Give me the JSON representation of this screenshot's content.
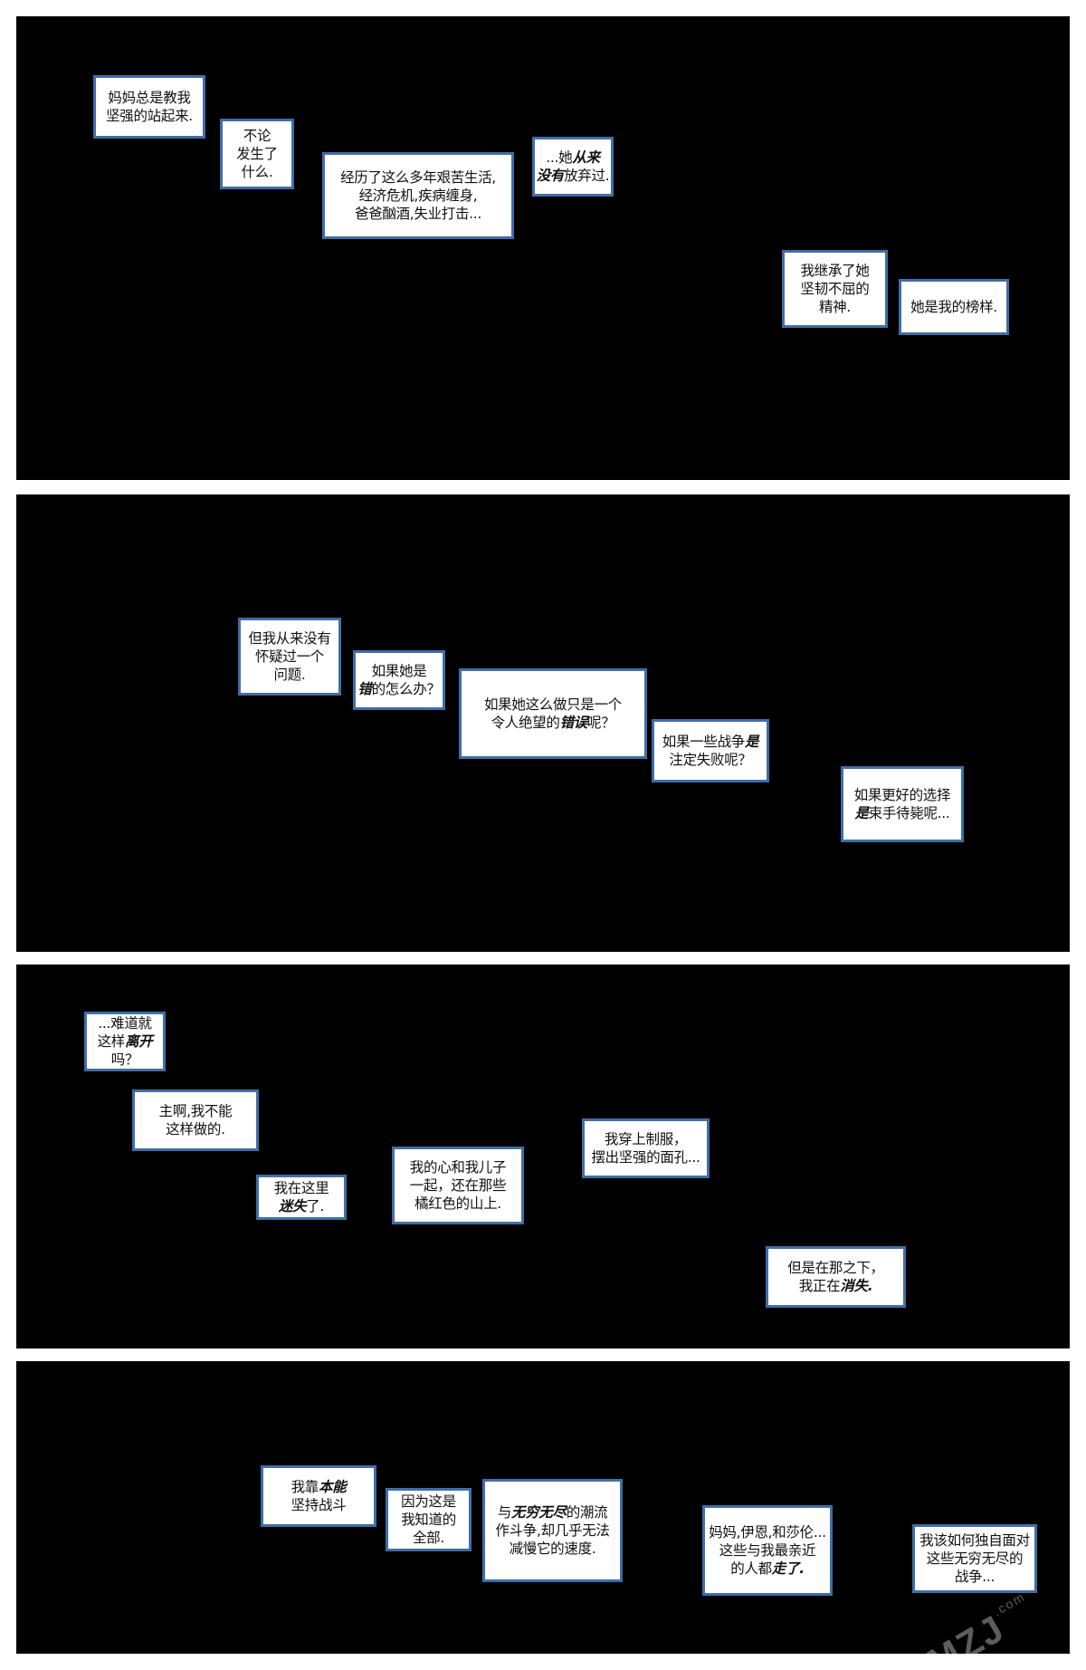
{
  "colors": {
    "panel_bg": "#000000",
    "gutter": "#ffffff",
    "box_border": "#3e6fa8",
    "box_text": "#111111"
  },
  "panels": [
    {
      "boxes": [
        {
          "lines": [
            "妈妈总是教我",
            "坚强的站起来."
          ]
        },
        {
          "lines": [
            "不论",
            "发生了",
            "什么."
          ]
        },
        {
          "lines": [
            "经历了这么多年艰苦生活,",
            "经济危机,疾病缠身,",
            "爸爸酗酒,失业打击..."
          ]
        },
        {
          "lines": [
            [
              {
                "t": "...她"
              },
              {
                "t": "从来",
                "b": true
              }
            ],
            [
              {
                "t": "没有",
                "b": true
              },
              {
                "t": "放弃过."
              }
            ]
          ]
        },
        {
          "lines": [
            "我继承了她",
            "坚韧不屈的",
            "精神."
          ]
        },
        {
          "lines": [
            "她是我的榜样."
          ]
        }
      ]
    },
    {
      "boxes": [
        {
          "lines": [
            "但我从来没有",
            "怀疑过一个",
            "问题."
          ]
        },
        {
          "lines": [
            "如果她是",
            [
              {
                "t": "错",
                "b": true
              },
              {
                "t": "的怎么办？"
              }
            ]
          ]
        },
        {
          "lines": [
            "如果她这么做只是一个",
            [
              {
                "t": "令人绝望的"
              },
              {
                "t": "错误",
                "b": true
              },
              {
                "t": "呢？"
              }
            ]
          ]
        },
        {
          "lines": [
            [
              {
                "t": "如果一些战争"
              },
              {
                "t": "是",
                "b": true
              }
            ],
            "注定失败呢？"
          ]
        },
        {
          "lines": [
            "如果更好的选择",
            [
              {
                "t": "是",
                "b": true
              },
              {
                "t": "束手待毙呢..."
              }
            ]
          ]
        }
      ]
    },
    {
      "boxes": [
        {
          "lines": [
            "...难道就",
            [
              {
                "t": "这样"
              },
              {
                "t": "离开",
                "b": true
              }
            ],
            "吗？"
          ]
        },
        {
          "lines": [
            "主啊,我不能",
            "这样做的."
          ]
        },
        {
          "lines": [
            "我在这里",
            [
              {
                "t": "迷失",
                "b": true
              },
              {
                "t": "了."
              }
            ]
          ]
        },
        {
          "lines": [
            "我的心和我儿子",
            "一起，还在那些",
            "橘红色的山上."
          ]
        },
        {
          "lines": [
            "我穿上制服，",
            "摆出坚强的面孔..."
          ]
        },
        {
          "lines": [
            "但是在那之下，",
            [
              {
                "t": "我正在"
              },
              {
                "t": "消失.",
                "b": true
              }
            ]
          ]
        }
      ]
    },
    {
      "boxes": [
        {
          "lines": [
            [
              {
                "t": "我靠"
              },
              {
                "t": "本能",
                "b": true
              }
            ],
            "坚持战斗"
          ]
        },
        {
          "lines": [
            "因为这是",
            "我知道的",
            "全部."
          ]
        },
        {
          "lines": [
            [
              {
                "t": "与"
              },
              {
                "t": "无穷无尽",
                "b": true
              },
              {
                "t": "的潮流"
              }
            ],
            "作斗争,却几乎无法",
            "减慢它的速度."
          ]
        },
        {
          "lines": [
            "妈妈,伊恩,和莎伦...",
            "这些与我最亲近",
            [
              {
                "t": "的人都"
              },
              {
                "t": "走了.",
                "b": true
              }
            ]
          ]
        },
        {
          "lines": [
            "我该如何独自面对",
            "这些无穷无尽的",
            "战争..."
          ]
        }
      ]
    }
  ],
  "watermark": {
    "text": "DMZJ",
    "suffix": ".com"
  }
}
